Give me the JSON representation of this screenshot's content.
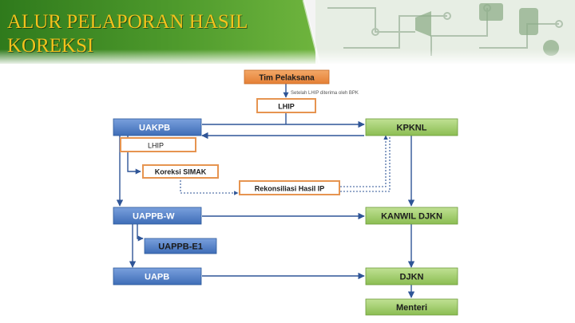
{
  "slide": {
    "title": "ALUR PELAPORAN HASIL\nKOREKSI",
    "colors": {
      "banner_green": "#3f8a24",
      "title_gold": "#f3c21d",
      "blue_box": "#4f7dc6",
      "green_box": "#9acb63",
      "orange_outline": "#e69450",
      "arrow_blue": "#2f5597"
    }
  },
  "diagram": {
    "tim_pelaksana": "Tim Pelaksana",
    "note": "Setelah LHIP diterima oleh BPK",
    "lhip_top": "LHIP",
    "uakpb": "UAKPB",
    "kpknl": "KPKNL",
    "lhip_mid": "LHIP",
    "koreksi_simak": "Koreksi SIMAK",
    "rekonsiliasi": "Rekonsiliasi Hasil IP",
    "uappb_w": "UAPPB-W",
    "kanwil_djkn": "KANWIL DJKN",
    "uappb_e1": "UAPPB-E1",
    "uapb": "UAPB",
    "djkn": "DJKN",
    "menteri": "Menteri"
  }
}
